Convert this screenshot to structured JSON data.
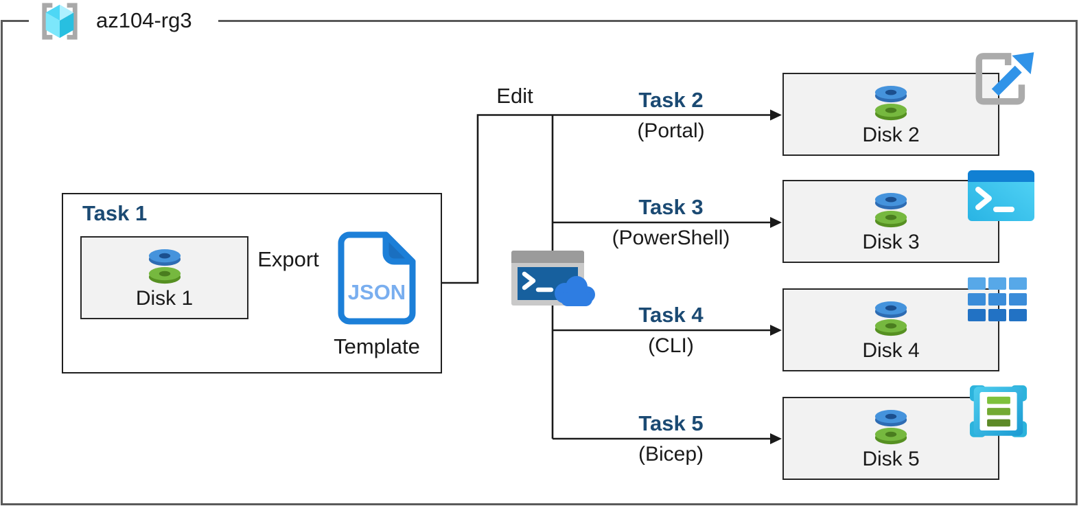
{
  "resource_group": {
    "name": "az104-rg3"
  },
  "task1": {
    "title": "Task 1",
    "disk_label": "Disk 1",
    "export_label": "Export",
    "json_text": "JSON",
    "template_label": "Template"
  },
  "edit_label": "Edit",
  "tasks": [
    {
      "name": "Task 2",
      "method": "(Portal)",
      "disk_label": "Disk 2"
    },
    {
      "name": "Task 3",
      "method": "(PowerShell)",
      "disk_label": "Disk 3"
    },
    {
      "name": "Task 4",
      "method": "(CLI)",
      "disk_label": "Disk 4"
    },
    {
      "name": "Task 5",
      "method": "(Bicep)",
      "disk_label": "Disk 5"
    }
  ],
  "icons": {
    "resource-group-icon": "azure-resource-group (gray brackets + cyan cube)",
    "disk-icon": "azure-managed-disk (blue + green platters)",
    "json-template-icon": "JSON document with folded corner",
    "portal-icon": "launch arrow in gray frame",
    "powershell-icon": "terminal window >_",
    "cli-icon": "3x3 blue tile grid",
    "bicep-icon": "template frame with green lines",
    "cloud-shell-icon": "terminal window with cloud"
  },
  "colors": {
    "frame_gray": "#595959",
    "task_heading_navy": "#1b4a73",
    "disk_box_fill": "#f2f2f2",
    "disk_blue": "#4593dc",
    "disk_green": "#76b83f",
    "json_blue": "#1c7fd8",
    "json_text_blue": "#79aeef",
    "azure_cyan": "#35c3ef",
    "cloud_blue": "#2e7de2",
    "icon_gray": "#a9a9a9"
  }
}
